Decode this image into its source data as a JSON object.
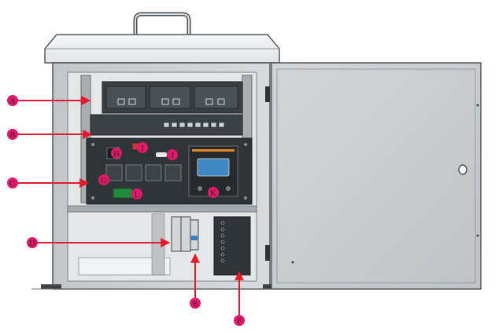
{
  "diagram": {
    "callouts": [
      {
        "id": "A",
        "label": "A"
      },
      {
        "id": "B",
        "label": "B"
      },
      {
        "id": "C",
        "label": "C"
      },
      {
        "id": "D",
        "label": "D"
      },
      {
        "id": "E",
        "label": "E"
      },
      {
        "id": "F",
        "label": "F"
      },
      {
        "id": "G",
        "label": "G"
      },
      {
        "id": "H",
        "label": "H"
      },
      {
        "id": "I",
        "label": "I"
      },
      {
        "id": "J",
        "label": "J"
      },
      {
        "id": "K",
        "label": "K"
      },
      {
        "id": "L",
        "label": "L"
      }
    ],
    "colors": {
      "callout_fill": "#e0196a",
      "arrow": "#e11b2b",
      "panel_dark": "#2f3438",
      "cabinet_gray": "#c9ccce",
      "screen_blue": "#3f86c4"
    }
  }
}
